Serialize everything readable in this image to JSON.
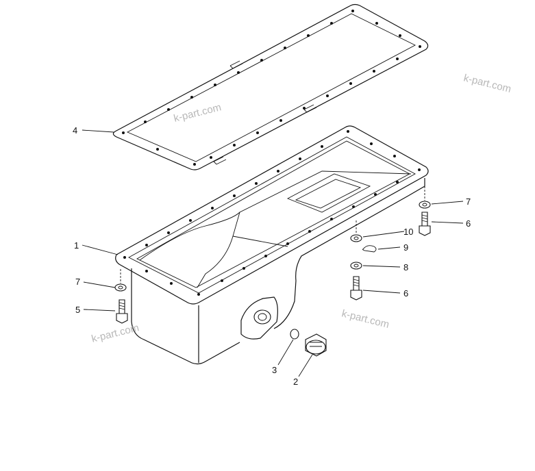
{
  "callouts": {
    "c1": "1",
    "c2": "2",
    "c3": "3",
    "c4": "4",
    "c5": "5",
    "c6a": "6",
    "c6b": "6",
    "c7a": "7",
    "c7b": "7",
    "c8": "8",
    "c9": "9",
    "c10": "10"
  },
  "watermark": {
    "text": "k-part.com"
  }
}
